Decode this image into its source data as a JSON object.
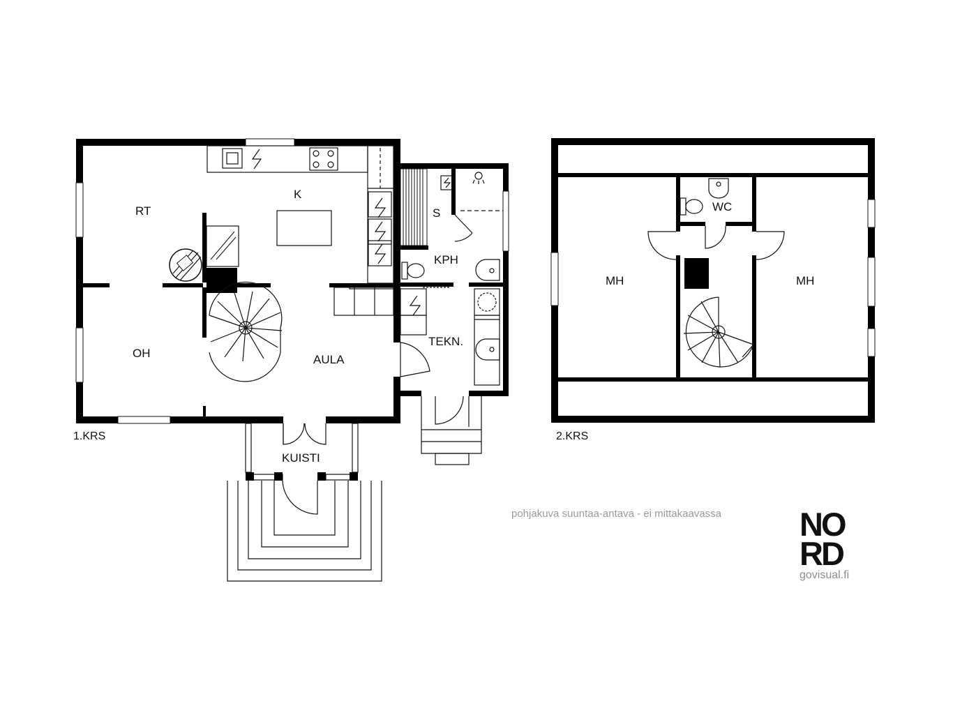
{
  "floor1": {
    "label": "1.KRS",
    "rooms": {
      "rt": "RT",
      "k": "K",
      "oh": "OH",
      "aula": "AULA",
      "s": "S",
      "kph": "KPH",
      "tekn": "TEKN.",
      "kuisti": "KUISTI"
    }
  },
  "floor2": {
    "label": "2.KRS",
    "rooms": {
      "wc": "WC",
      "mh_left": "MH",
      "mh_right": "MH"
    }
  },
  "disclaimer": "pohjakuva suuntaa-antava - ei mittakaavassa",
  "logo": {
    "line1": "NO",
    "line2": "RD",
    "site": "govisual.fi"
  },
  "colors": {
    "wall": "#000000",
    "line": "#111111",
    "caption": "#9a9a9a"
  }
}
